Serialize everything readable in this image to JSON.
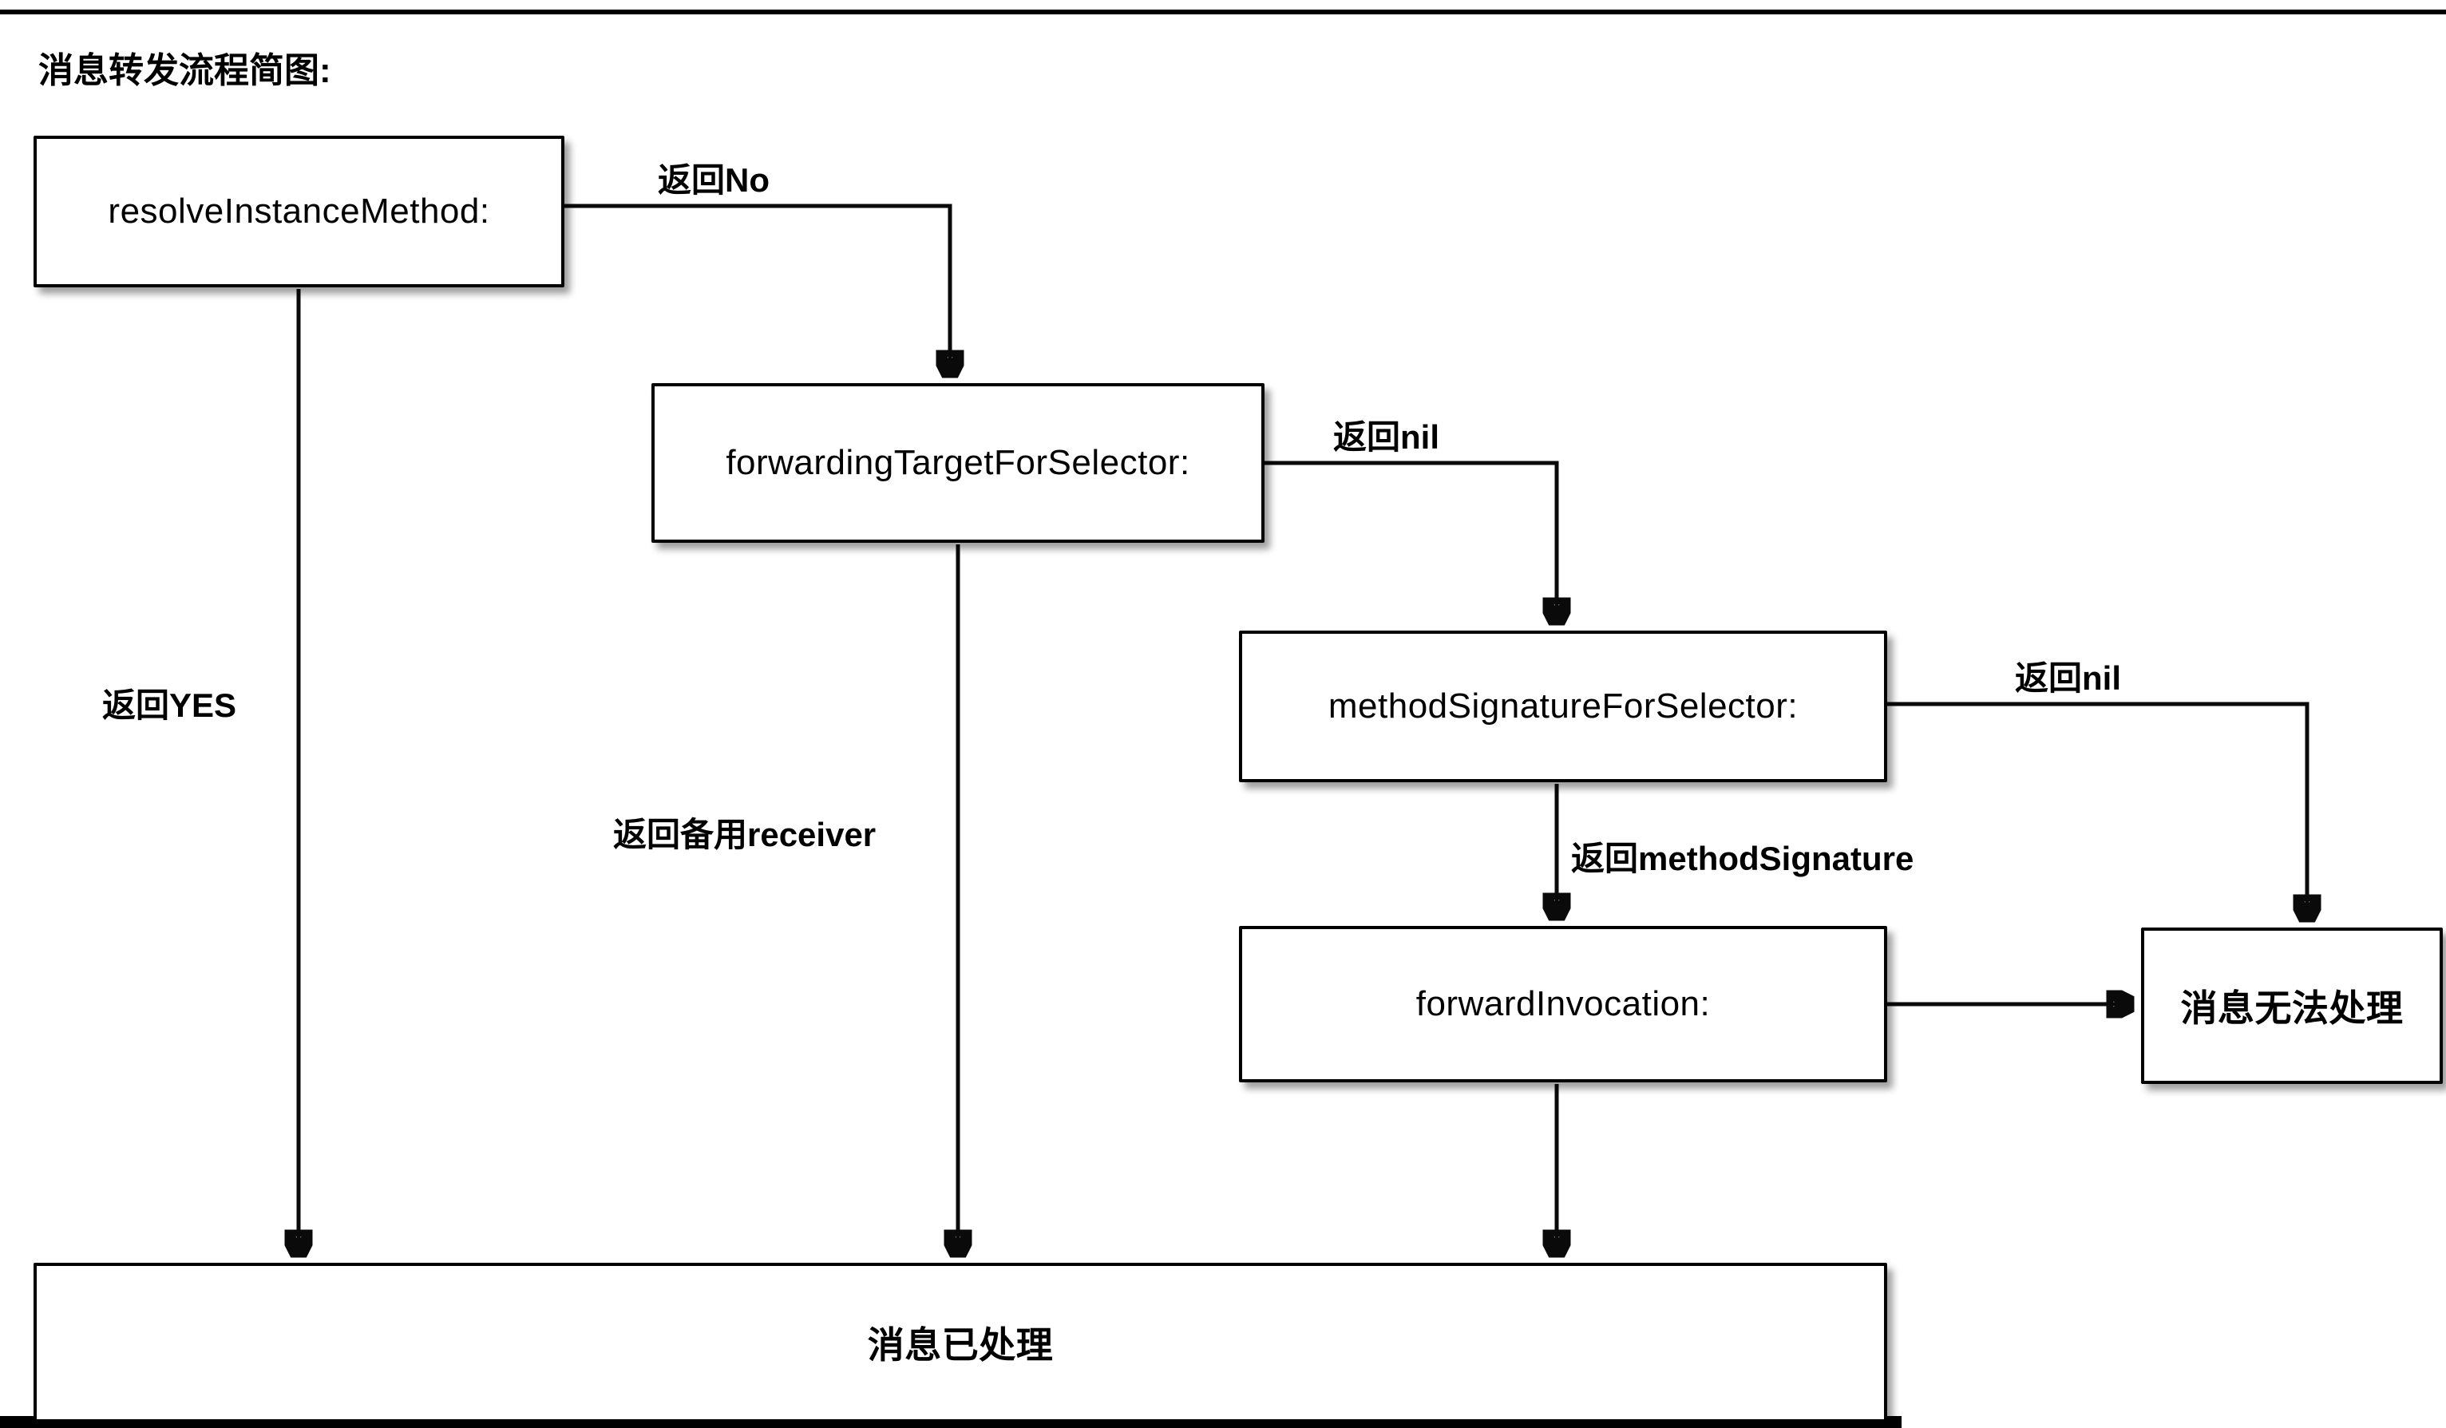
{
  "title": "消息转发流程简图:",
  "nodes": {
    "resolve": {
      "label": "resolveInstanceMethod:"
    },
    "forwardingTarget": {
      "label": "forwardingTargetForSelector:"
    },
    "methodSignature": {
      "label": "methodSignatureForSelector:"
    },
    "forwardInvocation": {
      "label": "forwardInvocation:"
    },
    "unhandled": {
      "label": "消息无法处理"
    },
    "handled": {
      "label": "消息已处理"
    }
  },
  "edges": {
    "returnNo": {
      "label": "返回No",
      "from": "resolveInstanceMethod:",
      "to": "forwardingTargetForSelector:"
    },
    "returnNil1": {
      "label": "返回nil",
      "from": "forwardingTargetForSelector:",
      "to": "methodSignatureForSelector:"
    },
    "returnNil2": {
      "label": "返回nil",
      "from": "methodSignatureForSelector:",
      "to": "消息无法处理"
    },
    "returnMethodSignature": {
      "label": "返回methodSignature",
      "from": "methodSignatureForSelector:",
      "to": "forwardInvocation:"
    },
    "returnYes": {
      "label": "返回YES",
      "from": "resolveInstanceMethod:",
      "to": "消息已处理"
    },
    "returnBackupReceiver": {
      "label": "返回备用receiver",
      "from": "forwardingTargetForSelector:",
      "to": "消息已处理"
    },
    "invocationToUnhandled": {
      "label": "",
      "from": "forwardInvocation:",
      "to": "消息无法处理"
    },
    "invocationToHandled": {
      "label": "",
      "from": "forwardInvocation:",
      "to": "消息已处理"
    }
  },
  "colors": {
    "stroke": "#000000",
    "box_background": "#ffffff",
    "text": "#000000"
  }
}
